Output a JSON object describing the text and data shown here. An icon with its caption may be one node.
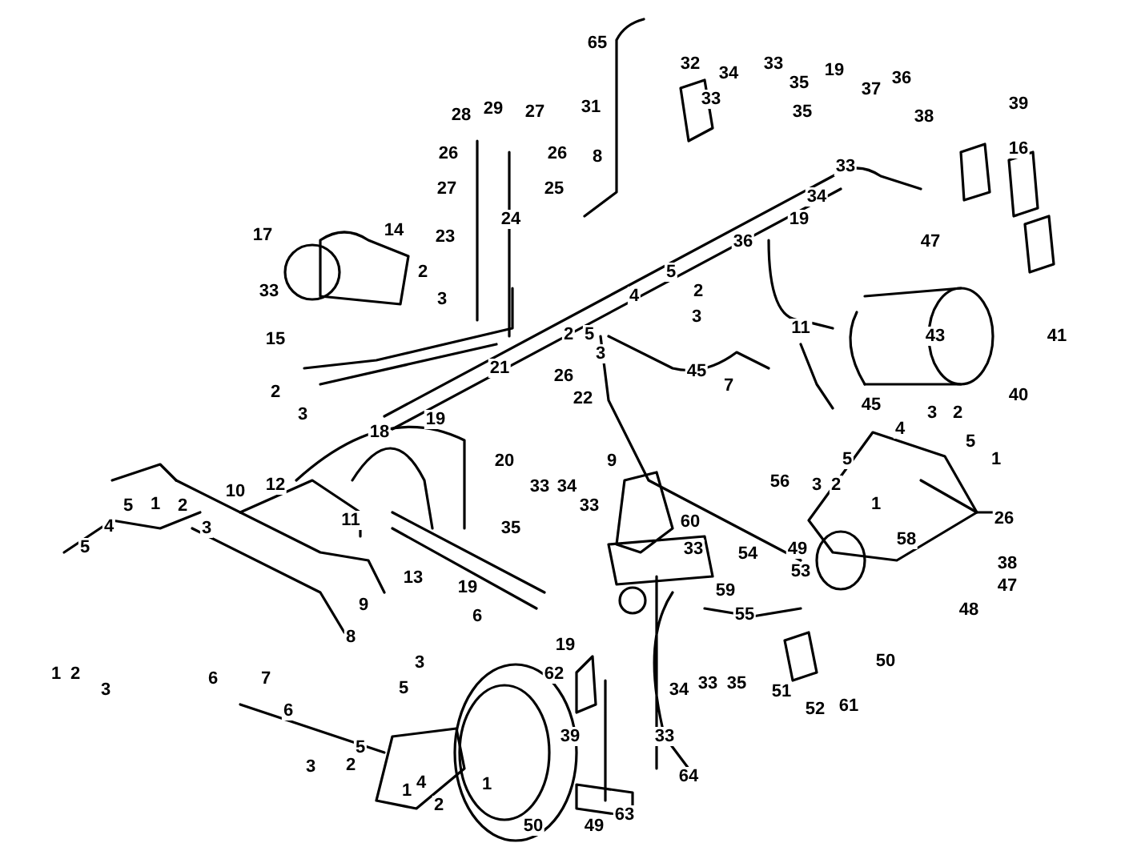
{
  "diagram": {
    "labels": [
      "65",
      "32",
      "34",
      "33",
      "19",
      "35",
      "36",
      "37",
      "33",
      "39",
      "31",
      "29",
      "28",
      "27",
      "35",
      "38",
      "16",
      "26",
      "26",
      "8",
      "33",
      "27",
      "25",
      "34",
      "24",
      "19",
      "14",
      "17",
      "23",
      "36",
      "47",
      "2",
      "5",
      "33",
      "2",
      "4",
      "3",
      "3",
      "11",
      "5",
      "2",
      "43",
      "41",
      "15",
      "3",
      "21",
      "45",
      "26",
      "7",
      "2",
      "40",
      "22",
      "45",
      "3",
      "3",
      "2",
      "19",
      "4",
      "18",
      "5",
      "1",
      "5",
      "9",
      "20",
      "56",
      "12",
      "3",
      "2",
      "33",
      "34",
      "10",
      "1",
      "2",
      "5",
      "1",
      "33",
      "26",
      "11",
      "60",
      "4",
      "3",
      "35",
      "58",
      "5",
      "33",
      "49",
      "54",
      "38",
      "53",
      "13",
      "47",
      "19",
      "59",
      "9",
      "48",
      "55",
      "6",
      "8",
      "19",
      "50",
      "3",
      "1",
      "2",
      "62",
      "6",
      "7",
      "33",
      "35",
      "3",
      "5",
      "34",
      "51",
      "61",
      "52",
      "6",
      "33",
      "39",
      "5",
      "2",
      "3",
      "64",
      "4",
      "1",
      "1",
      "2",
      "63",
      "50",
      "49"
    ]
  }
}
